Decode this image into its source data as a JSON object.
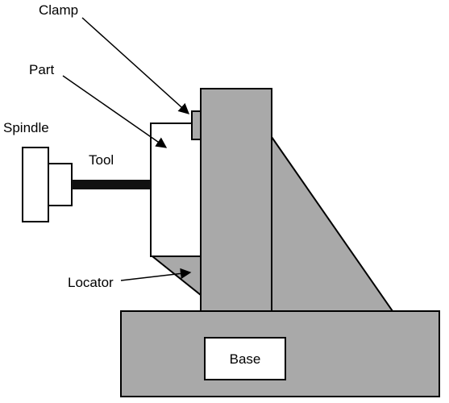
{
  "colors": {
    "stroke": "#000000",
    "fill_gray": "#a9a9a9",
    "fill_white": "#ffffff",
    "tool": "#111111"
  },
  "labels": {
    "clamp": "Clamp",
    "part": "Part",
    "spindle": "Spindle",
    "tool": "Tool",
    "locator": "Locator",
    "base": "Base"
  }
}
